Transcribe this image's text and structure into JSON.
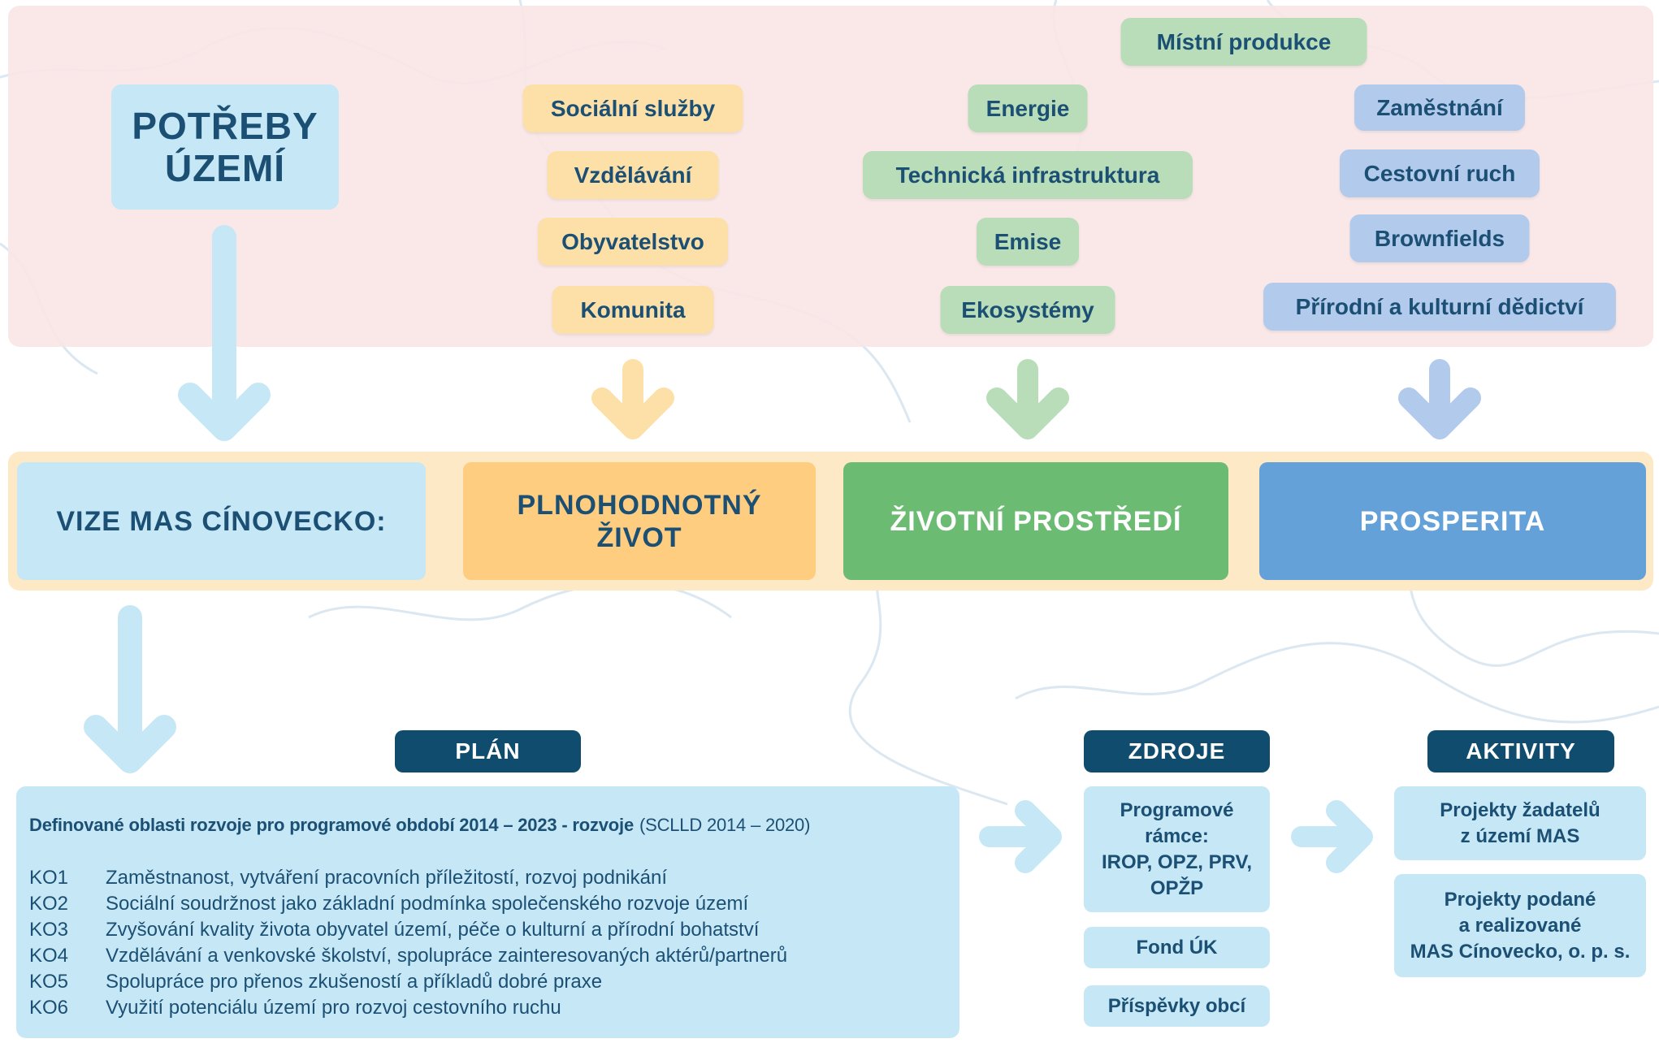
{
  "needs": {
    "title_lines": [
      "POTŘEBY",
      "ÚZEMÍ"
    ],
    "social": [
      "Sociální služby",
      "Vzdělávání",
      "Obyvatelstvo",
      "Komunita"
    ],
    "environment_top": "Místní produkce",
    "environment": [
      "Energie",
      "Technická infrastruktura",
      "Emise",
      "Ekosystémy"
    ],
    "prosperity": [
      "Zaměstnání",
      "Cestovní ruch",
      "Brownfields",
      "Přírodní a kulturní dědictví"
    ]
  },
  "vision": {
    "label": "VIZE MAS CÍNOVECKO:",
    "pillars": [
      {
        "lines": [
          "PLNOHODNOTNÝ",
          "ŽIVOT"
        ]
      },
      {
        "lines": [
          "ŽIVOTNÍ PROSTŘEDÍ"
        ]
      },
      {
        "lines": [
          "PROSPERITA"
        ]
      }
    ]
  },
  "plan": {
    "header": "PLÁN",
    "heading_bold": "Definované oblasti rozvoje pro programové období 2014 – 2023 - rozvoje",
    "heading_regular": "(SCLLD 2014 – 2020)",
    "objectives": [
      {
        "code": "KO1",
        "text": "Zaměstnanost, vytváření pracovních příležitostí, rozvoj podnikání"
      },
      {
        "code": "KO2",
        "text": "Sociální soudržnost jako základní podmínka společenského rozvoje území"
      },
      {
        "code": "KO3",
        "text": "Zvyšování kvality života obyvatel území, péče o kulturní a přírodní bohatství"
      },
      {
        "code": "KO4",
        "text": "Vzdělávání a venkovské školství, spolupráce zainteresovaných aktérů/partnerů"
      },
      {
        "code": "KO5",
        "text": "Spolupráce pro přenos zkušeností a příkladů dobré praxe"
      },
      {
        "code": "KO6",
        "text": "Využití potenciálu území pro rozvoj cestovního ruchu"
      }
    ]
  },
  "resources": {
    "header": "ZDROJE",
    "items": [
      {
        "lines": [
          "Programové",
          "rámce:",
          "IROP, OPZ, PRV,",
          "OPŽP"
        ]
      },
      {
        "lines": [
          "Fond ÚK"
        ]
      },
      {
        "lines": [
          "Příspěvky obcí"
        ]
      }
    ]
  },
  "activities": {
    "header": "AKTIVITY",
    "items": [
      {
        "lines": [
          "Projekty žadatelů",
          "z území MAS"
        ]
      },
      {
        "lines": [
          "Projekty podané",
          "a realizované",
          "MAS Cínovecko, o. p. s."
        ]
      }
    ]
  },
  "colors": {
    "needs_bg": "#fae6e6",
    "text_dark": "#1b4f73",
    "light_blue": "#c6e7f5",
    "orange_light": "#fde0a8",
    "orange": "#fecd7f",
    "vision_band": "#fde9c6",
    "green_light": "#b8ddb8",
    "green": "#6cbb73",
    "blue_light": "#b2caec",
    "blue": "#63a1d8",
    "navy": "#0f4c6e",
    "white": "#ffffff"
  }
}
